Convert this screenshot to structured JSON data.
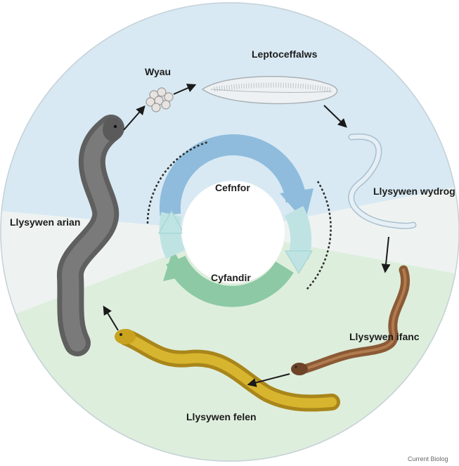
{
  "diagram": {
    "stages": {
      "eggs": "Wyau",
      "leptocephalus": "Leptoceffalws",
      "glass_eel": "Llysywen wydrog",
      "elver": "Llysywen ifanc",
      "yellow_eel": "Llysywen felen",
      "silver_eel": "Llysywen arian"
    },
    "habitats": {
      "ocean": "Cefnfor",
      "continent": "Cyfandir"
    },
    "credit": "Current Biolog"
  },
  "colors": {
    "ocean_bg": "#d8e9f3",
    "continent_bg": "#deeedd",
    "ocean_arrow": "#8fbcdc",
    "continent_arrow": "#8cc9a4",
    "transition_arrow": "#bfe3e3",
    "leptocephalus": "#eef1f3",
    "glass_eel": "#dde9f1",
    "elver": "#8a5a36",
    "yellow_eel": "#c9a31f",
    "silver_eel": "#707070"
  }
}
